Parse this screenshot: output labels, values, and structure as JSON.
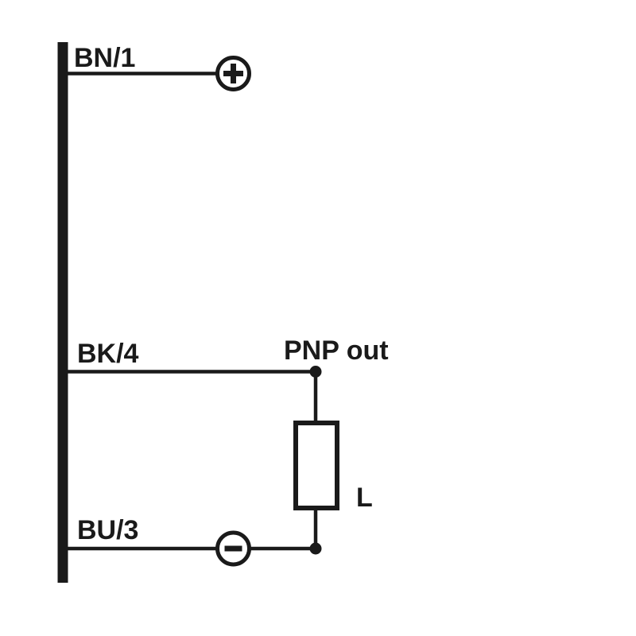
{
  "diagram": {
    "kind": "sensor-wiring-diagram",
    "colors": {
      "line": "#1a1a1a",
      "background": "#ffffff"
    },
    "bus": {
      "orientation": "vertical"
    },
    "wires": [
      {
        "label": "BN/1",
        "terminal_icon": "plus-circle-icon"
      },
      {
        "label": "BK/4",
        "terminal_label": "PNP out"
      },
      {
        "label": "BU/3",
        "terminal_icon": "minus-circle-icon"
      }
    ],
    "load": {
      "label": "L"
    }
  }
}
